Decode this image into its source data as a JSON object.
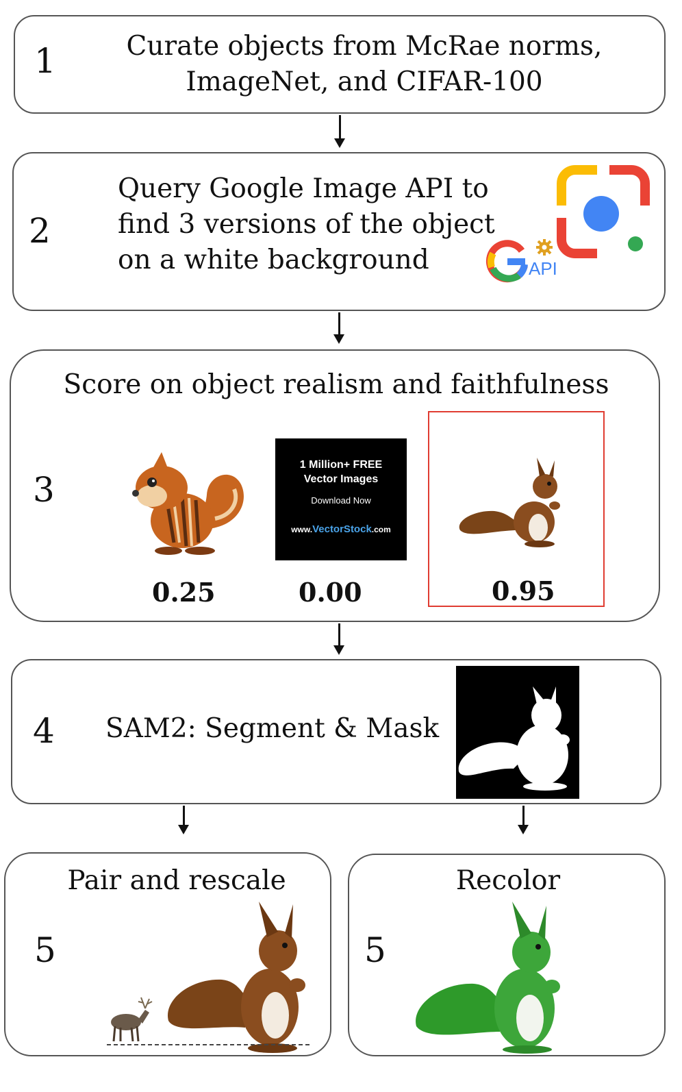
{
  "steps": {
    "s1": {
      "num": "1",
      "text_line1": "Curate objects from McRae norms,",
      "text_line2": "ImageNet, and CIFAR-100"
    },
    "s2": {
      "num": "2",
      "text_line1": "Query Google Image API to",
      "text_line2": "find 3 versions of the object",
      "text_line3": "on a white background",
      "api_label": "API"
    },
    "s3": {
      "num": "3",
      "title": "Score on object realism and faithfulness",
      "ad": {
        "line1": "1 Million+ FREE",
        "line2": "Vector Images",
        "line3": "Download Now",
        "url_pre": "www.",
        "url_brand": "VectorStock",
        "url_post": ".com"
      },
      "scores": [
        "0.25",
        "0.00",
        "0.95"
      ]
    },
    "s4": {
      "num": "4",
      "text": "SAM2: Segment & Mask"
    },
    "s5a": {
      "num": "5",
      "title": "Pair and rescale"
    },
    "s5b": {
      "num": "5",
      "title": "Recolor"
    }
  },
  "colors": {
    "selected_border": "#e03c31",
    "google_blue": "#4285f4",
    "google_red": "#ea4335",
    "google_yellow": "#fbbc05",
    "google_green": "#34a853",
    "recolor_green": "#3da63a",
    "squirrel_brown": "#8a4d1f"
  },
  "icons": [
    "google-lens-icon",
    "google-g-icon",
    "gear-icon",
    "chipmunk-image",
    "vectorstock-ad-image",
    "squirrel-photo",
    "squirrel-mask-image",
    "elk-image",
    "green-squirrel-image"
  ]
}
